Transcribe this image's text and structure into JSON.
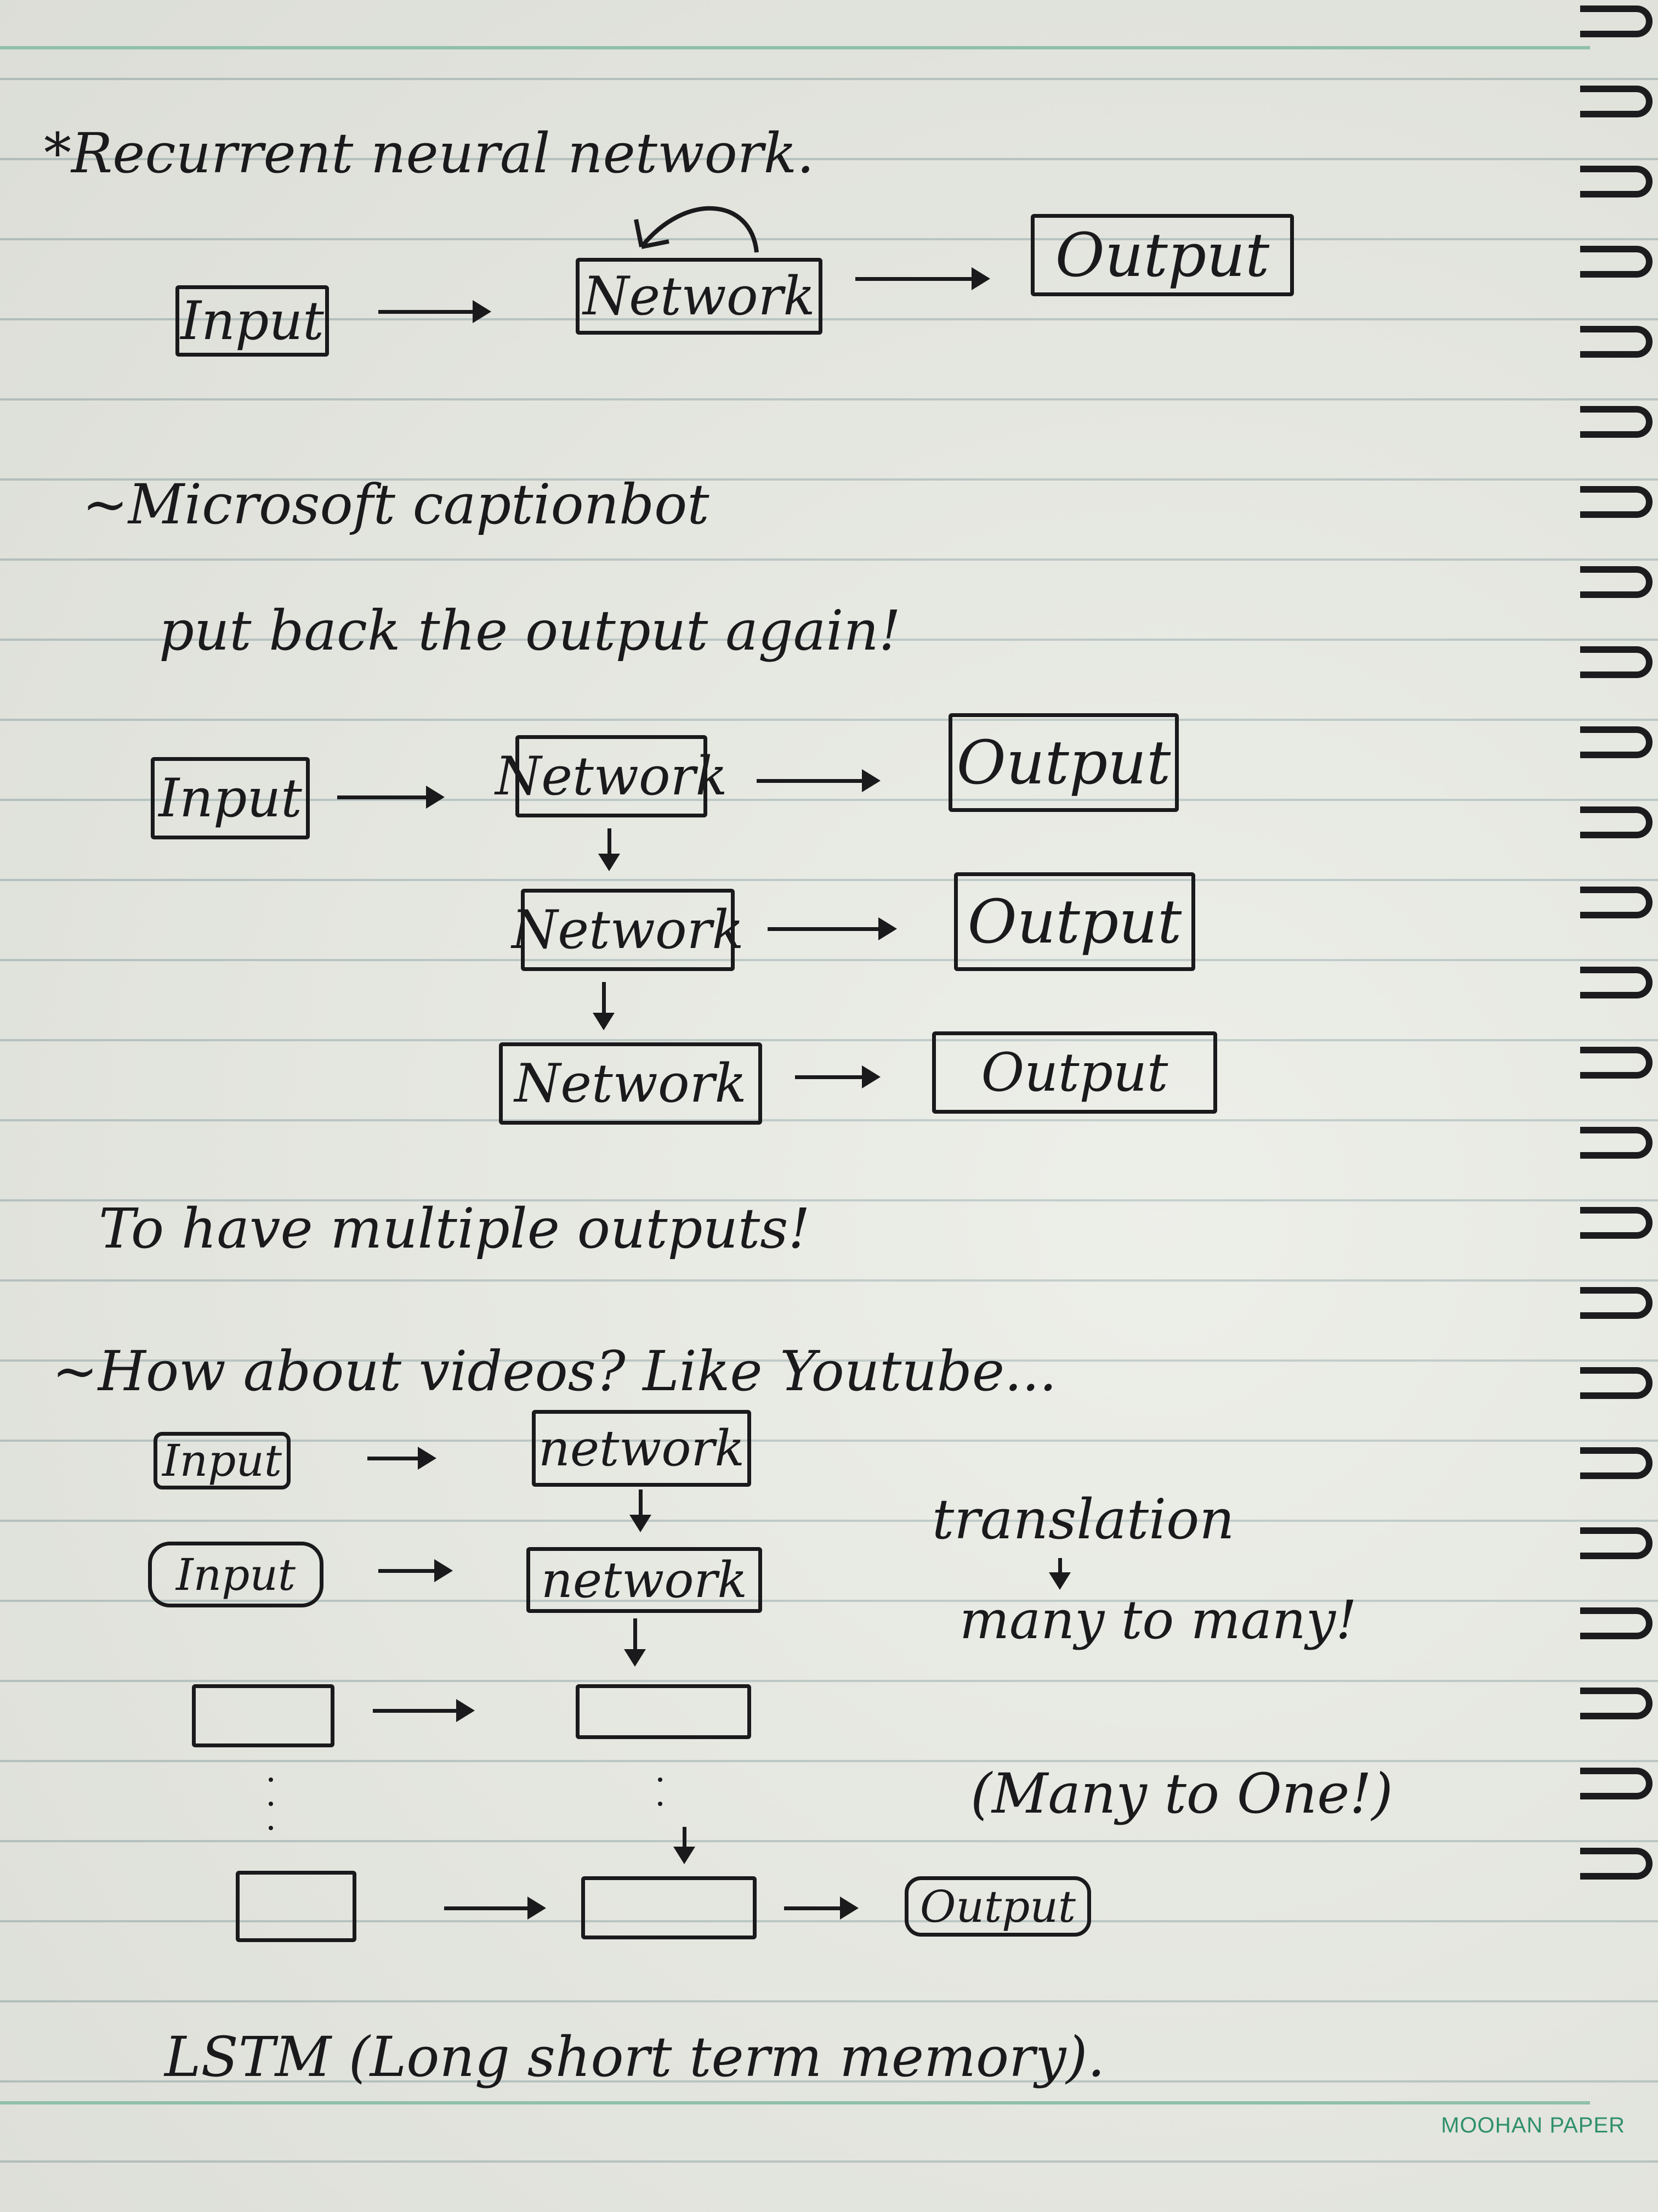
{
  "notes": {
    "title": "*Recurrent neural network.",
    "diagram1": {
      "input": "Input",
      "network": "Network",
      "output": "Output"
    },
    "captionbot": "~Microsoft captionbot",
    "put_back": "put back the output again!",
    "diagram2": {
      "input": "Input",
      "networks": [
        "Network",
        "Network",
        "Network"
      ],
      "outputs": [
        "Output",
        "Output",
        "Output"
      ]
    },
    "multiple_outputs": "To have multiple outputs!",
    "videos": "~How about videos? Like Youtube...",
    "diagram3": {
      "inputs": [
        "Input",
        "Input"
      ],
      "networks": [
        "network",
        "network"
      ],
      "output": "Output"
    },
    "translation": "translation",
    "many_to_many": "many to many!",
    "many_to_one": "(Many to One!)",
    "lstm": "LSTM (Long short term memory)."
  },
  "brand": "MOOHAN PAPER"
}
